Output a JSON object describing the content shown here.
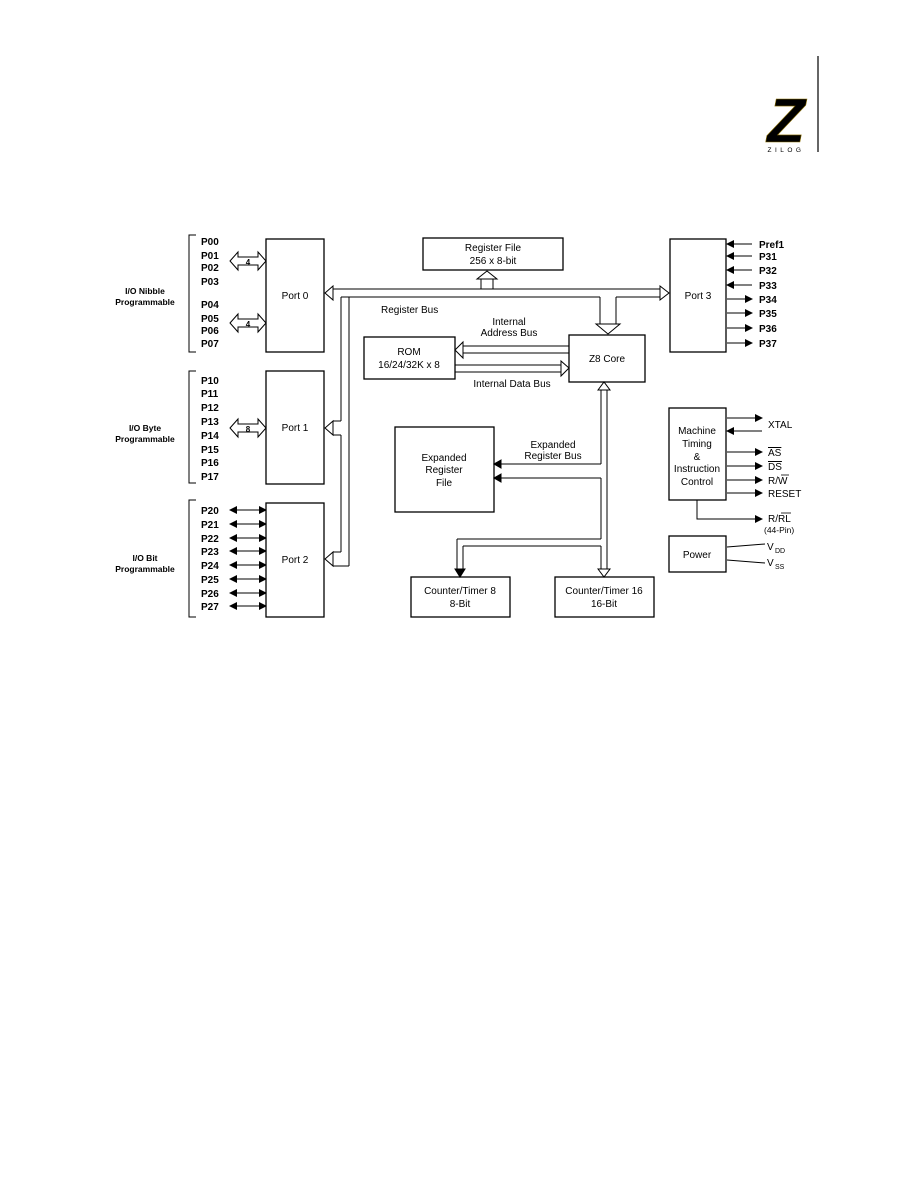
{
  "logo": {
    "letter": "Z",
    "wordmark": "ZILOG",
    "color": "#E8C21A"
  },
  "blocks": {
    "register_file": [
      "Register File",
      "256 x 8-bit"
    ],
    "port0": "Port 0",
    "port1": "Port 1",
    "port2": "Port 2",
    "port3": "Port 3",
    "rom": [
      "ROM",
      "16/24/32K x 8"
    ],
    "z8_core": "Z8 Core",
    "expanded_register_file": [
      "Expanded",
      "Register",
      "File"
    ],
    "machine_timing": [
      "Machine",
      "Timing",
      "&",
      "Instruction",
      "Control"
    ],
    "power": "Power",
    "counter_timer8": [
      "Counter/Timer 8",
      "8-Bit"
    ],
    "counter_timer16": [
      "Counter/Timer 16",
      "16-Bit"
    ]
  },
  "buses": {
    "register_bus": "Register Bus",
    "internal_address_bus": [
      "Internal",
      "Address Bus"
    ],
    "internal_data_bus": "Internal Data Bus",
    "expanded_register_bus": [
      "Expanded",
      "Register Bus"
    ],
    "width_p0a": "4",
    "width_p0b": "4",
    "width_p1": "8"
  },
  "groups": {
    "io_nibble": [
      "I/O Nibble",
      "Programmable"
    ],
    "io_byte": [
      "I/O Byte",
      "Programmable"
    ],
    "io_bit": [
      "I/O Bit",
      "Programmable"
    ]
  },
  "pins": {
    "port0": [
      "P00",
      "P01",
      "P02",
      "P03",
      "P04",
      "P05",
      "P06",
      "P07"
    ],
    "port1": [
      "P10",
      "P11",
      "P12",
      "P13",
      "P14",
      "P15",
      "P16",
      "P17"
    ],
    "port2": [
      "P20",
      "P21",
      "P22",
      "P23",
      "P24",
      "P25",
      "P26",
      "P27"
    ],
    "port3_in": [
      "Pref1",
      "P31",
      "P32",
      "P33"
    ],
    "port3_out": [
      "P34",
      "P35",
      "P36",
      "P37"
    ],
    "timing": {
      "xtal": "XTAL",
      "as": "AS",
      "ds": "DS",
      "rw": "R/W",
      "reset": "RESET",
      "rrl": "R/RL",
      "rrl_note": "(44-Pin)"
    },
    "power": {
      "vdd_main": "V",
      "vdd_sub": "DD",
      "vss_main": "V",
      "vss_sub": "SS"
    }
  }
}
